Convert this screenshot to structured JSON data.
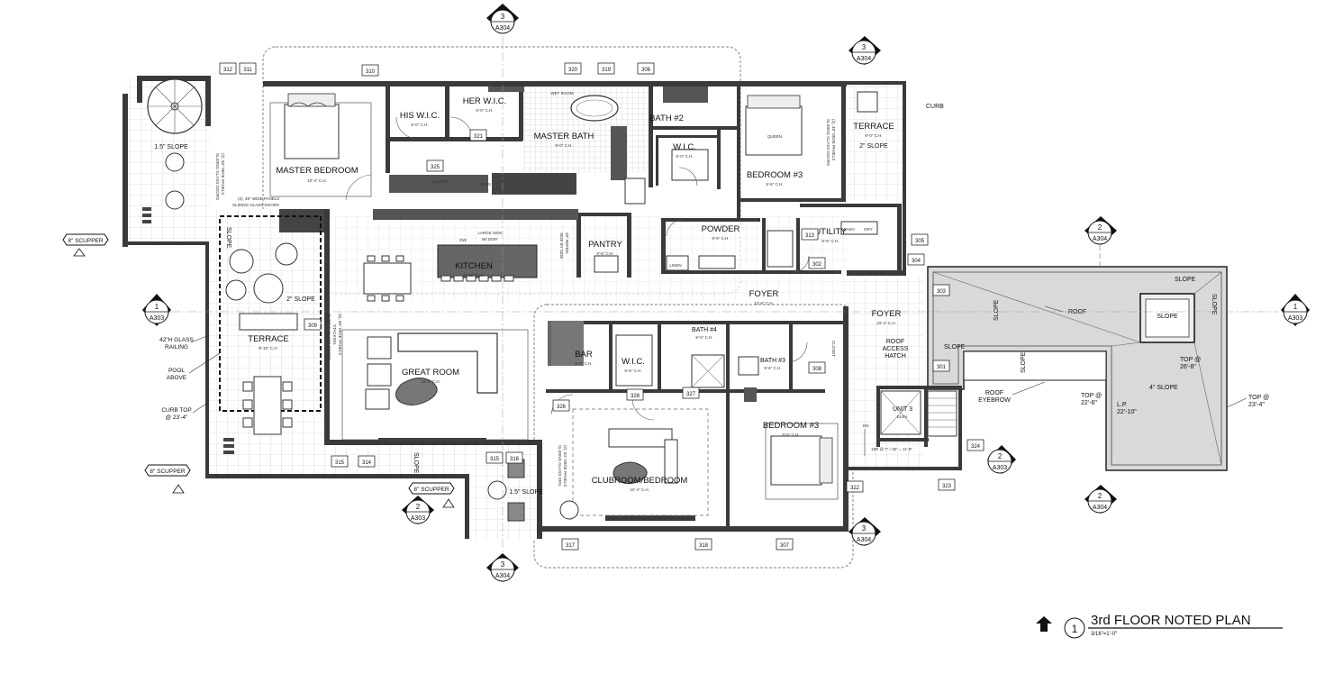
{
  "rooms": {
    "master_bedroom": "MASTER BEDROOM",
    "master_bedroom_ch": "10'-4\" C.H.",
    "his_wic": "HIS W.I.C.",
    "his_wic_ch": "8'-0\" C.H.",
    "her_wic": "HER W.I.C.",
    "her_wic_ch": "8'-0\" C.H.",
    "wet_room": "WET ROOM",
    "master_bath": "MASTER BATH",
    "master_bath_ch": "9'-0\" C.H.",
    "bath2": "BATH #2",
    "bath2_ch": "9'-0\" C.H.",
    "wic2": "W.I.C.",
    "wic2_ch": "8'-0\" C.H.",
    "bedroom3_top": "BEDROOM #3",
    "bedroom3_top_ch": "9'-6\" C.H.",
    "queen": "QUEEN",
    "terrace_right": "TERRACE",
    "terrace_right_ch": "9'-0\" C.H.",
    "terrace_right_slope": "2\" SLOPE",
    "curb": "CURB",
    "closet": "CLOSET",
    "linen": "LINEN",
    "kitchen": "KITCHEN",
    "kitchen_ch": "9'-10\" C.H.",
    "large_sink": "LARGE SINK",
    "w_disp": "W/ DISP.",
    "dw": "DW",
    "pantry": "PANTRY",
    "pantry_ch": "9'-6\" C.H.",
    "fridge_note_1": "48\" REFER.",
    "fridge_note_2": "SIDE BY SIDE",
    "powder": "POWDER",
    "powder_ch": "9'-6\" C.H.",
    "linen2": "LINEN",
    "utility": "UTILITY",
    "utility_ch": "9'-6\" C.H.",
    "wash": "WASH",
    "dry": "DRY",
    "foyer_center": "FOYER",
    "foyer_center_ch": "12'-6\" C.H.",
    "foyer_right": "FOYER",
    "foyer_right_ch": "10'-4\" C.H.",
    "roof_access_1": "ROOF",
    "roof_access_2": "ACCESS",
    "roof_access_3": "HATCH",
    "terrace_left": "TERRACE",
    "terrace_left_ch": "9'-10\" C.H.",
    "terrace_left_slope": "2\" SLOPE",
    "slope_top_left": "1.5\" SLOPE",
    "slope_vertical": "SLOPE",
    "great_room": "GREAT ROOM",
    "great_room_ch": "12'-6\" C.H.",
    "bar": "BAR",
    "bar_ch": "9'-6\" C.H.",
    "wic3": "W.I.C.",
    "wic3_ch": "9'-6\" C.H.",
    "bath4": "BATH #4",
    "bath4_ch": "9'-6\" C.H.",
    "bath3": "BATH #3",
    "bath3_ch": "9'-6\" C.H.",
    "bedroom3_bottom": "BEDROOM #3",
    "bedroom3_bottom_ch": "9'-6\" C.H.",
    "clubroom": "CLUBROOM/BEDROOM",
    "clubroom_ch": "10'-4\" C.H.",
    "unit_elev_1": "UNIT 3",
    "unit_elev_2": "ELEV.",
    "closet2": "CLOSET",
    "slope_bottom": "1.5\" SLOPE",
    "slope_bottom_v": "SLOPE"
  },
  "notes": {
    "scupper_left_top": "8\" SCUPPER",
    "scupper_left_bottom": "8\" SCUPPER",
    "scupper_bottom": "8\" SCUPPER",
    "glass_railing_1": "42\"H GLASS",
    "glass_railing_2": "RAILING",
    "pool_above_1": "POOL",
    "pool_above_2": "ABOVE",
    "curb_top_1": "CURB TOP",
    "curb_top_2": "@ 23'-4\"",
    "panels_tl_1": "(2), 50\" WIDE PANELS",
    "panels_tl_2": "SLIDING GLASS DOORS",
    "panels_tl2_1": "(2), 48\" WIDE PANELS",
    "panels_tl2_2": "SLIDING GLASS DOORS",
    "panels_gr_1": "(5), 60\" WIDE PANELS",
    "panels_gr_2": "STACKING",
    "panels_gr_3": "SLIDING GLASS DOORS",
    "panels_club_1": "(2), 54\" WIDE PANELS",
    "panels_club_2": "SLIDING GLASS DRS.",
    "panels_bed_1": "(2), 48\" WIDE PANELS",
    "panels_bed_2": "SLIDING GLASS DOORS",
    "stair_note": "18R @ 7\" / 30\" = 11'-8\"",
    "dn": "DN"
  },
  "roof": {
    "roof_label": "ROOF",
    "slope_a": "SLOPE",
    "slope_b": "SLOPE",
    "slope_c": "SLOPE",
    "slope_d": "SLOPE",
    "slope_center": "SLOPE",
    "top_26": "TOP @",
    "top_26_v": "26'-8\"",
    "slope_4": "4\" SLOPE",
    "lp": "L.P.",
    "lp_v": "22'-10\"",
    "top_22": "TOP @",
    "top_22_v": "22'-6\"",
    "top_23": "TOP @",
    "top_23_v": "23'-4\"",
    "eyebrow_1": "ROOF",
    "eyebrow_2": "EYEBROW"
  },
  "section_markers": [
    {
      "num": "3",
      "sheet": "A304"
    },
    {
      "num": "3",
      "sheet": "A304"
    },
    {
      "num": "2",
      "sheet": "A304"
    },
    {
      "num": "1",
      "sheet": "A303"
    },
    {
      "num": "1",
      "sheet": "A303"
    },
    {
      "num": "2",
      "sheet": "A303"
    },
    {
      "num": "2",
      "sheet": "A303"
    },
    {
      "num": "2",
      "sheet": "A304"
    },
    {
      "num": "3",
      "sheet": "A304"
    },
    {
      "num": "3",
      "sheet": "A304"
    }
  ],
  "tags": {
    "t312": "312",
    "t311": "311",
    "t310": "310",
    "t320": "320",
    "t319": "319",
    "t306": "306",
    "t315a": "315",
    "t314": "314",
    "t315b": "315",
    "t316": "316",
    "t317": "317",
    "t318": "318",
    "t307": "307",
    "t303": "303",
    "t301": "301",
    "t305": "305",
    "t304": "304",
    "t324": "324",
    "t323": "323",
    "t322": "322",
    "t302": "302",
    "t309": "309",
    "t308": "308",
    "t326": "326",
    "t327": "327",
    "t328": "328",
    "t325": "325",
    "t321": "321",
    "t313": "313"
  },
  "title_block": {
    "detail_number": "1",
    "title": "3rd FLOOR NOTED PLAN",
    "scale": "3/16\"=1'-0\""
  }
}
